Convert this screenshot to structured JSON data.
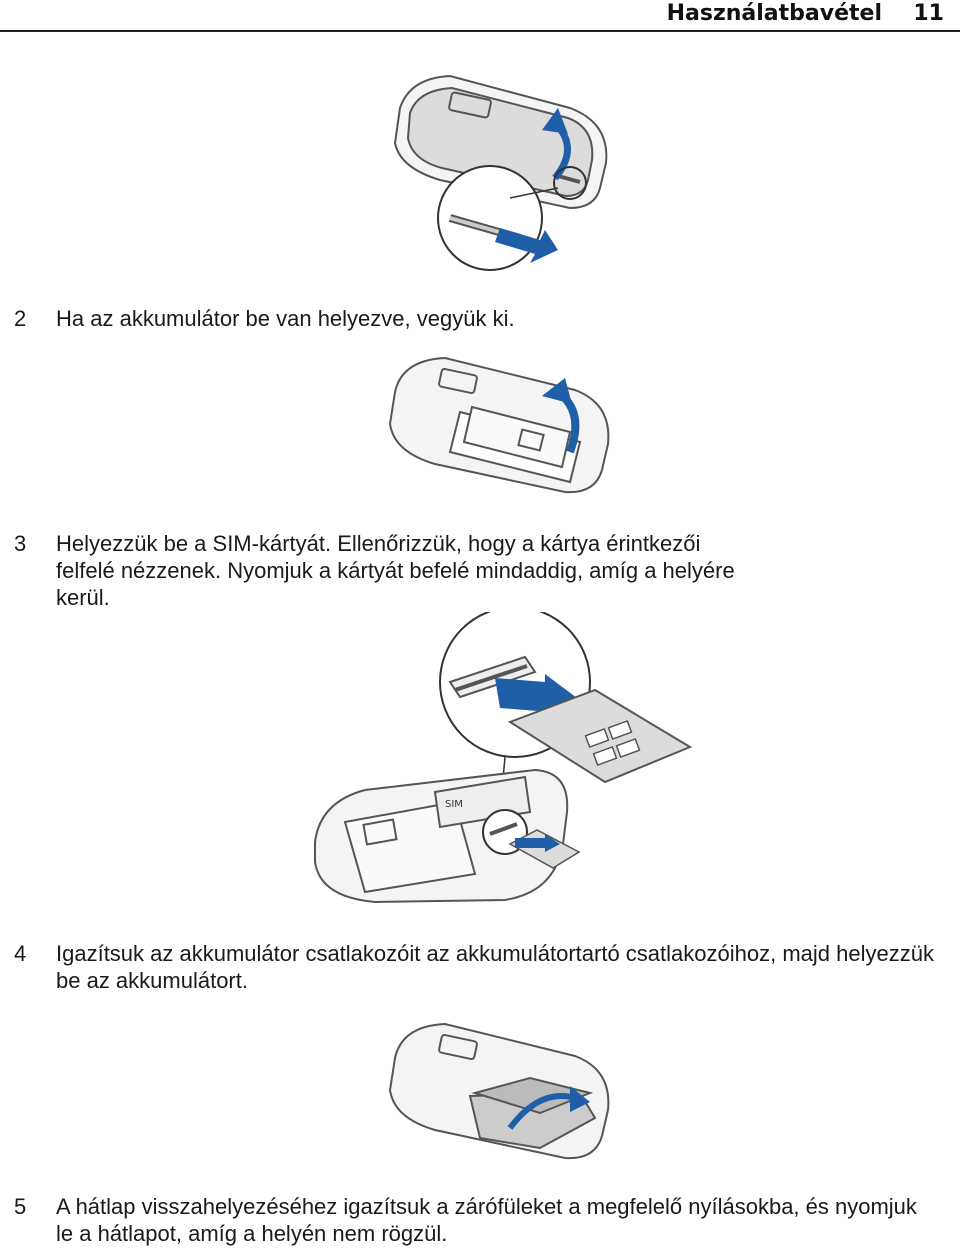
{
  "header": {
    "title": "Használatbavétel",
    "page_number": "11"
  },
  "steps": [
    {
      "number": "2",
      "text": "Ha az akkumulátor be van helyezve, vegyük ki."
    },
    {
      "number": "3",
      "text": "Helyezzük be a SIM-kártyát. Ellenőrizzük, hogy a kártya érintkezői felfelé nézzenek. Nyomjuk a kártyát befelé mindaddig, amíg a helyére kerül."
    },
    {
      "number": "4",
      "text": "Igazítsuk az akkumulátor csatlakozóit az akkumulátortartó csatlakozóihoz, majd helyezzük be az akkumulátort."
    },
    {
      "number": "5",
      "text": "A hátlap visszahelyezéséhez igazítsuk a zárófüleket a megfelelő nyílásokba, és nyomjuk le a hátlapot, amíg a helyén nem rögzül."
    }
  ],
  "illustrations": {
    "sim_label": "SIM"
  },
  "colors": {
    "arrow": "#1f5fa8",
    "line": "#555555",
    "fill": "#d9d9d9"
  }
}
